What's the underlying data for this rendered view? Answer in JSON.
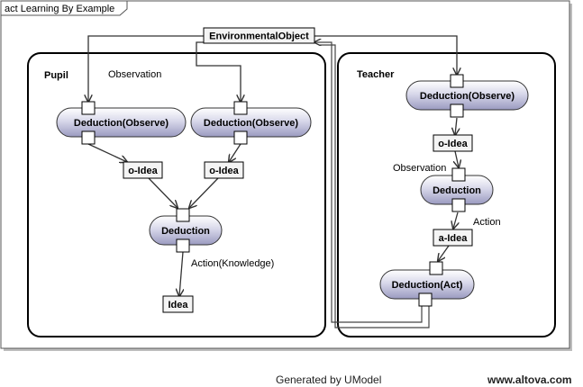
{
  "diagram": {
    "frame_title": "act Learning By Example",
    "env_object": "EnvironmentalObject",
    "pupil": {
      "partition_label": "Pupil",
      "observation_label": "Observation",
      "deduction_observe_1": "Deduction(Observe)",
      "deduction_observe_2": "Deduction(Observe)",
      "o_idea_1": "o-Idea",
      "o_idea_2": "o-Idea",
      "deduction": "Deduction",
      "action_label": "Action(Knowledge)",
      "idea": "Idea"
    },
    "teacher": {
      "partition_label": "Teacher",
      "deduction_observe": "Deduction(Observe)",
      "o_idea": "o-Idea",
      "observation_label": "Observation",
      "deduction": "Deduction",
      "action_label": "Action",
      "a_idea": "a-Idea",
      "deduction_act": "Deduction(Act)"
    }
  },
  "footer": {
    "generated": "Generated by UModel",
    "website": "www.altova.com"
  }
}
